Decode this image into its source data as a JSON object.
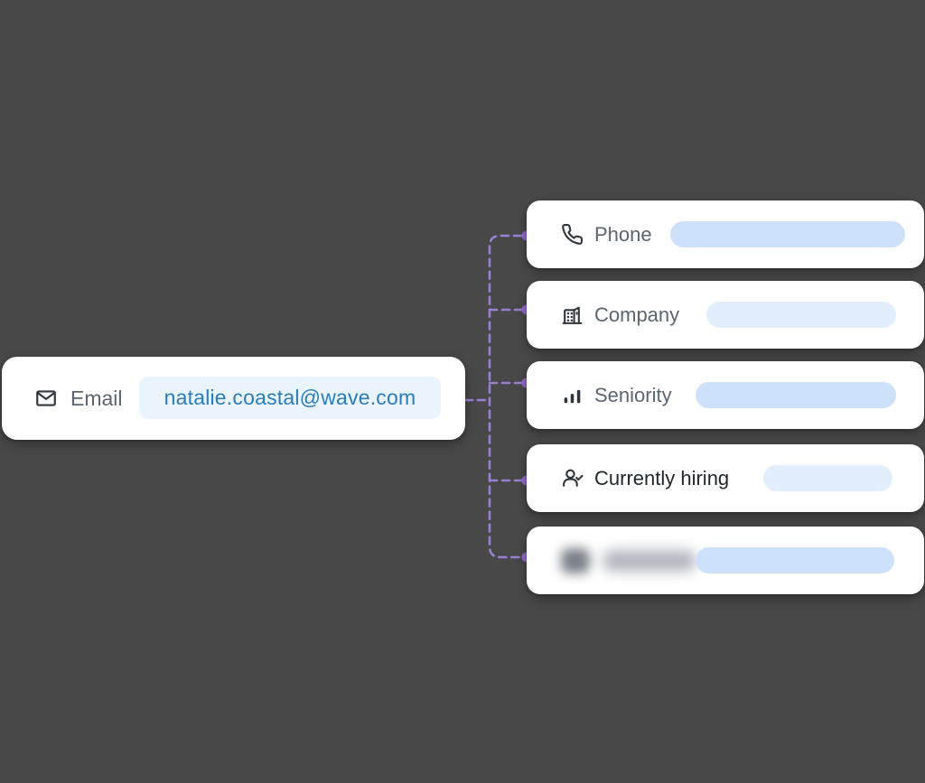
{
  "colors": {
    "bg": "#484848",
    "accent": "#9b7fd2",
    "dot": "#9467ce",
    "pill-strong": "#cde2fa",
    "pill-soft": "#e3eefc",
    "email-pill-bg": "#e9f4fc",
    "email-value": "#2b7cb8",
    "label-gray": "#5b6570",
    "label-dark": "#22272e",
    "icon-ink": "#2f363d"
  },
  "email_card": {
    "label": "Email",
    "value": "natalie.coastal@wave.com",
    "icon": "envelope-icon"
  },
  "enrichment_cards": [
    {
      "label": "Phone",
      "icon": "phone-icon",
      "value_placeholder": ""
    },
    {
      "label": "Company",
      "icon": "building-icon",
      "value_placeholder": ""
    },
    {
      "label": "Seniority",
      "icon": "bar-chart-icon",
      "value_placeholder": ""
    },
    {
      "label": "Currently hiring",
      "icon": "user-check-icon",
      "value_placeholder": ""
    },
    {
      "label": "",
      "icon": "blurred-icon",
      "value_placeholder": "",
      "blurred": true
    }
  ]
}
